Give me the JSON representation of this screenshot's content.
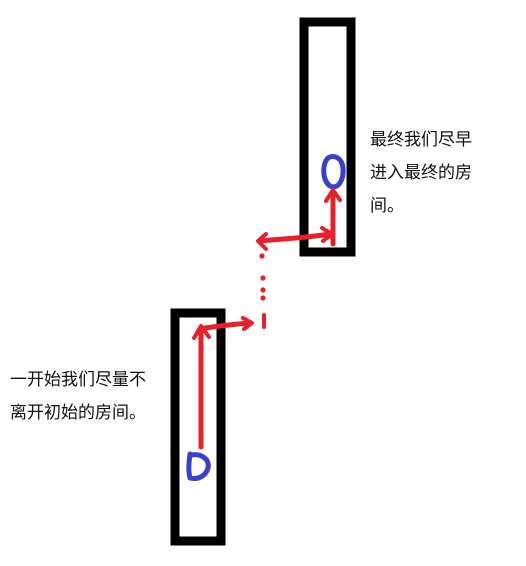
{
  "colors": {
    "room_border": "#000000",
    "path": "#e8202a",
    "marker": "#3a3fd0",
    "text": "#111111"
  },
  "captions": {
    "end_room": {
      "line1": "最终我们尽早",
      "line2": "进入最终的房",
      "line3": "间。"
    },
    "start_room": {
      "line1": "一开始我们尽量不",
      "line2": "离开初始的房间。"
    }
  }
}
